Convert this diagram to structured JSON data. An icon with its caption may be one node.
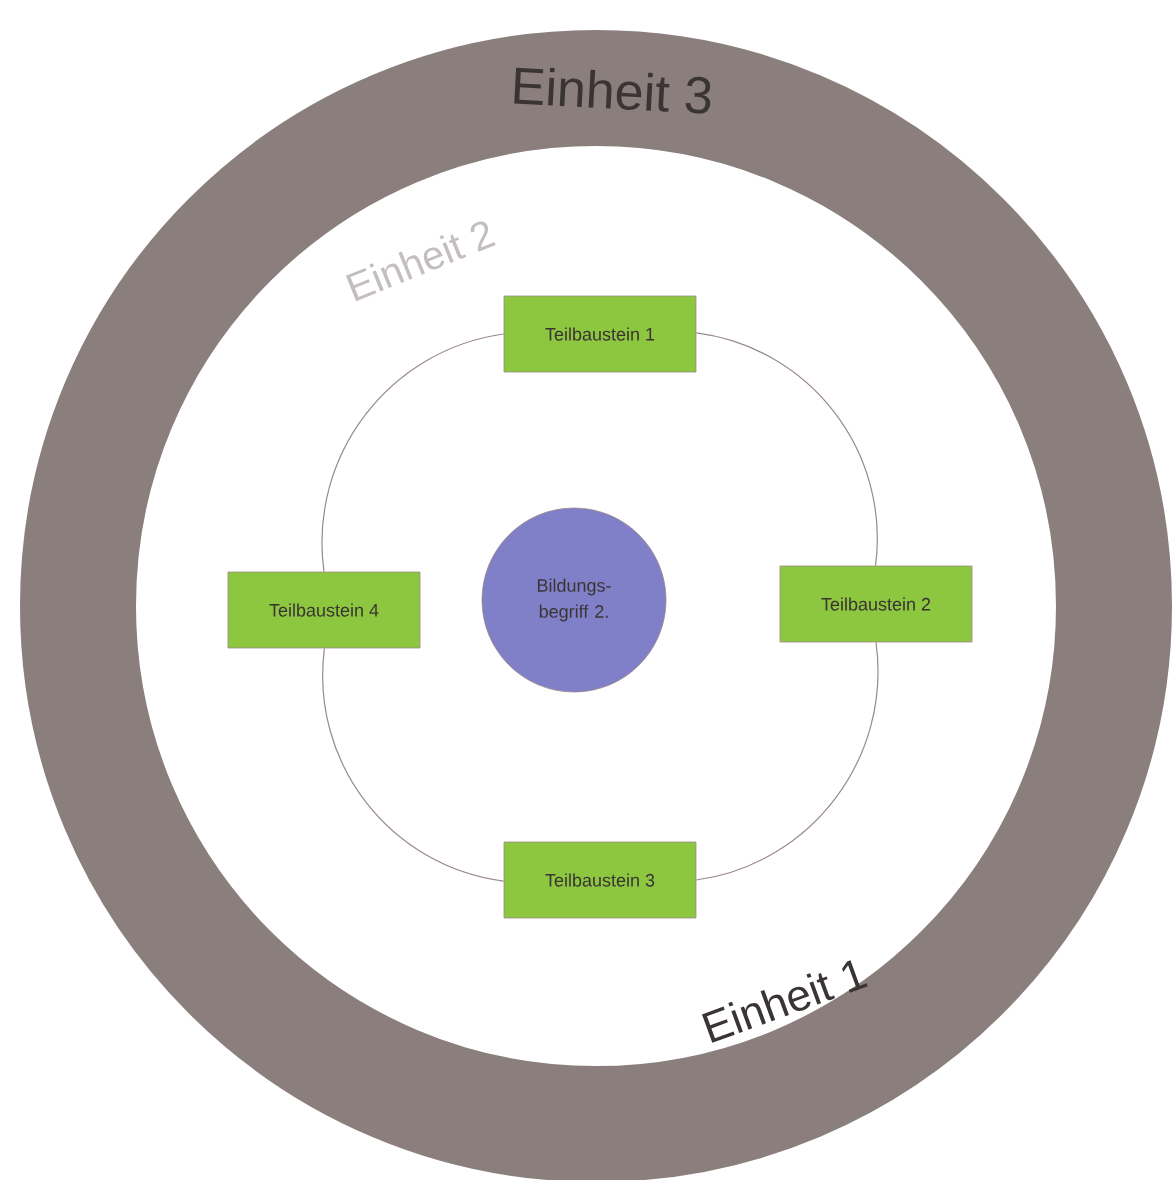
{
  "diagram": {
    "nodes": [
      {
        "text": [
          "Teilbaustein 1"
        ]
      },
      {
        "text": [
          "Teilbaustein 2"
        ]
      },
      {
        "text": [
          "Teilbaustein 3"
        ]
      },
      {
        "text": [
          "Teilbaustein 4"
        ]
      },
      {
        "text": [
          "Bildungs- begriff 2."
        ]
      }
    ],
    "edges": [
      {
        "from": 0,
        "to": 1,
        "arrow": "none"
      },
      {
        "from": 1,
        "to": 2,
        "arrow": "none"
      },
      {
        "from": 2,
        "to": 3,
        "arrow": "none"
      },
      {
        "from": 3,
        "to": 0,
        "arrow": "none"
      }
    ],
    "labels": [
      "Einheit 3",
      "Einheit 2",
      "Einheit 1"
    ]
  }
}
